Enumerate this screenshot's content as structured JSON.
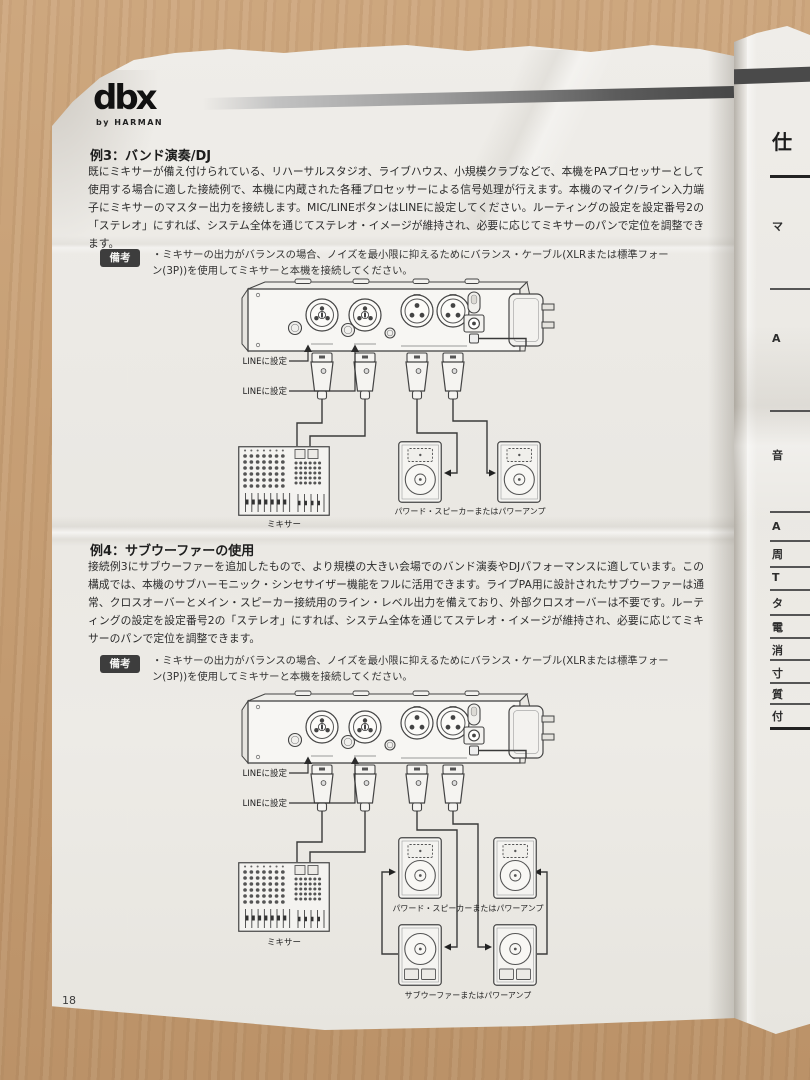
{
  "photo": {
    "page_number": "18",
    "brand": {
      "name": "dbx",
      "byline": "by HARMAN"
    }
  },
  "sections": [
    {
      "heading": "例3：バンド演奏/DJ",
      "body": "既にミキサーが備え付けられている、リハーサルスタジオ、ライブハウス、小規模クラブなどで、本機をPAプロセッサーとして使用する場合に適した接続例で、本機に内蔵された各種プロセッサーによる信号処理が行えます。本機のマイク/ライン入力端子にミキサーのマスター出力を接続します。MIC/LINEボタンはLINEに設定してください。ルーティングの設定を設定番号2の「ステレオ」にすれば、システム全体を通じてステレオ・イメージが維持され、必要に応じてミキサーのパンで定位を調整できます。",
      "note_label": "備考",
      "note": "・ミキサーの出力がバランスの場合、ノイズを最小限に抑えるためにバランス・ケーブル(XLRまたは標準フォーン(3P))を使用してミキサーと本機を接続してください。",
      "diagram": {
        "line_setting_1": "LINEに設定",
        "line_setting_2": "LINEに設定",
        "mixer": "ミキサー",
        "speakers": "パワード・スピーカーまたはパワーアンプ"
      }
    },
    {
      "heading": "例4：サブウーファーの使用",
      "body": "接続例3にサブウーファーを追加したもので、より規模の大きい会場でのバンド演奏やDJパフォーマンスに適しています。この構成では、本機のサブハーモニック・シンセサイザー機能をフルに活用できます。ライブPA用に設計されたサブウーファーは通常、クロスオーバーとメイン・スピーカー接続用のライン・レベル出力を備えており、外部クロスオーバーは不要です。ルーティングの設定を設定番号2の「ステレオ」にすれば、システム全体を通じてステレオ・イメージが維持され、必要に応じてミキサーのパンで定位を調整できます。",
      "note_label": "備考",
      "note": "・ミキサーの出力がバランスの場合、ノイズを最小限に抑えるためにバランス・ケーブル(XLRまたは標準フォーン(3P))を使用してミキサーと本機を接続してください。",
      "diagram": {
        "line_setting_1": "LINEに設定",
        "line_setting_2": "LINEに設定",
        "mixer": "ミキサー",
        "speakers": "パワード・スピーカーまたはパワーアンプ",
        "subwoofers": "サブウーファーまたはパワーアンプ"
      }
    }
  ],
  "next_page_edge": {
    "heading_partial": "仕",
    "row_partials": [
      "マ",
      "A",
      "音",
      "A",
      "周",
      "T",
      "タ",
      "電",
      "消",
      "寸",
      "質",
      "付"
    ]
  },
  "colors": {
    "paper": "#eceae5",
    "wood": "#c59d73",
    "accent_bar": "#474747",
    "note_badge": "#3d3d3d"
  }
}
